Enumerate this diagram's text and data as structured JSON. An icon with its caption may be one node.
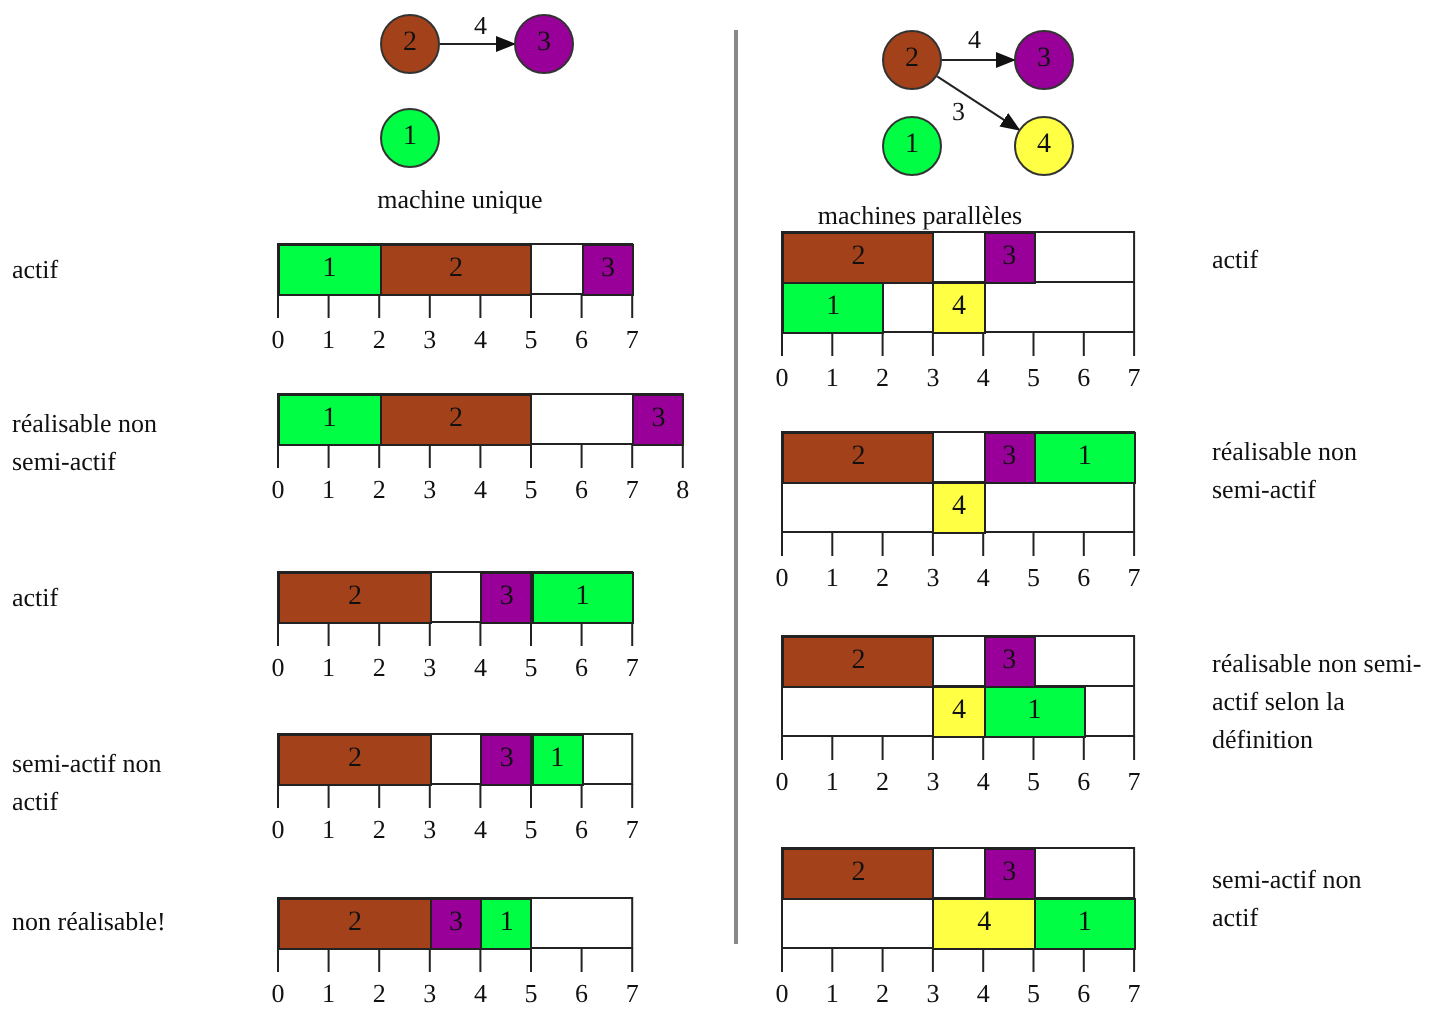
{
  "diagram": {
    "nodes": [
      {
        "text": [
          "2"
        ]
      },
      {
        "text": [
          "3"
        ]
      },
      {
        "text": [
          "1"
        ]
      },
      {
        "text": [
          "2"
        ]
      },
      {
        "text": [
          "3"
        ]
      },
      {
        "text": [
          "1"
        ]
      },
      {
        "text": [
          "4"
        ]
      },
      {
        "text": [
          "1"
        ]
      },
      {
        "text": [
          "2"
        ]
      },
      {
        "text": [
          "3"
        ]
      },
      {
        "text": [
          "1"
        ]
      },
      {
        "text": [
          "2"
        ]
      },
      {
        "text": [
          "3"
        ]
      },
      {
        "text": [
          "2"
        ]
      },
      {
        "text": [
          "3"
        ]
      },
      {
        "text": [
          "1"
        ]
      },
      {
        "text": [
          "2"
        ]
      },
      {
        "text": [
          "3"
        ]
      },
      {
        "text": [
          "1"
        ]
      },
      {
        "text": [
          "2"
        ]
      },
      {
        "text": [
          "3"
        ]
      },
      {
        "text": [
          "1"
        ]
      },
      {
        "text": [
          "2"
        ]
      },
      {
        "text": [
          "3"
        ]
      },
      {
        "text": [
          "1"
        ]
      },
      {
        "text": [
          "4"
        ]
      },
      {
        "text": [
          "2"
        ]
      },
      {
        "text": [
          "3"
        ]
      },
      {
        "text": [
          "1"
        ]
      },
      {
        "text": [
          "4"
        ]
      },
      {
        "text": [
          "2"
        ]
      },
      {
        "text": [
          "3"
        ]
      },
      {
        "text": [
          "4"
        ]
      },
      {
        "text": [
          "1"
        ]
      },
      {
        "text": [
          "2"
        ]
      },
      {
        "text": [
          "3"
        ]
      },
      {
        "text": [
          "4"
        ]
      },
      {
        "text": [
          "1"
        ]
      }
    ],
    "edges": [
      {
        "from": 0,
        "to": 1,
        "arrow": "to",
        "label": "4"
      },
      {
        "from": 3,
        "to": 4,
        "arrow": "to",
        "label": "4"
      },
      {
        "from": 3,
        "to": 6,
        "arrow": "to",
        "label": "3"
      }
    ],
    "labels": [
      "machine unique",
      "actif",
      "0",
      "1",
      "2",
      "3",
      "4",
      "5",
      "6",
      "7",
      "réalisable non semi-actif",
      "0",
      "1",
      "2",
      "3",
      "4",
      "5",
      "6",
      "7",
      "8",
      "actif",
      "0",
      "1",
      "2",
      "3",
      "4",
      "5",
      "6",
      "7",
      "semi-actif non actif",
      "0",
      "1",
      "2",
      "3",
      "4",
      "5",
      "6",
      "7",
      "non réalisable!",
      "0",
      "1",
      "2",
      "3",
      "4",
      "5",
      "6",
      "7",
      "machines parallèles",
      "actif",
      "0",
      "1",
      "2",
      "3",
      "4",
      "5",
      "6",
      "7",
      "réalisable non semi-actif",
      "0",
      "1",
      "2",
      "3",
      "4",
      "5",
      "6",
      "7",
      "réalisable non semi-actif selon la définition",
      "0",
      "1",
      "2",
      "3",
      "4",
      "5",
      "6",
      "7",
      "semi-actif non actif",
      "0",
      "1",
      "2",
      "3",
      "4",
      "5",
      "6",
      "7"
    ]
  }
}
